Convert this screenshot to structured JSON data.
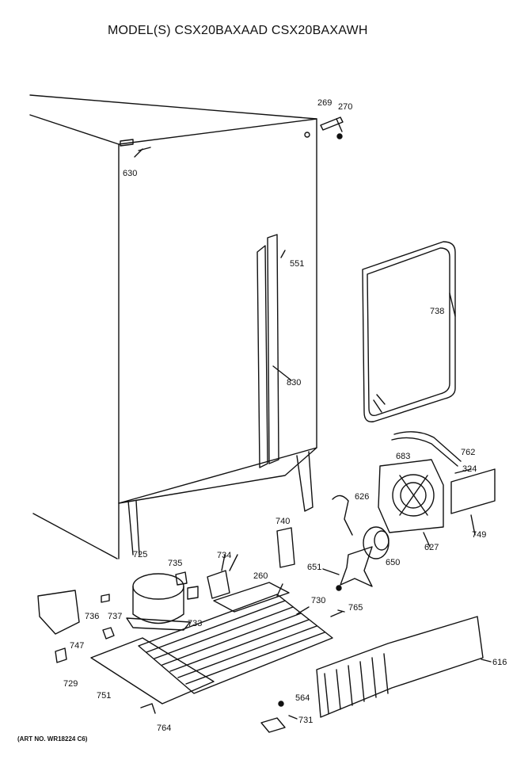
{
  "title": "MODEL(S) CSX20BAXAAD  CSX20BAXAWH",
  "art_number": "(ART NO. WR18224 C6)",
  "parts": [
    {
      "id": "269",
      "label": "269"
    },
    {
      "id": "270",
      "label": "270"
    },
    {
      "id": "630",
      "label": "630"
    },
    {
      "id": "551",
      "label": "551"
    },
    {
      "id": "738",
      "label": "738"
    },
    {
      "id": "830",
      "label": "830"
    },
    {
      "id": "762",
      "label": "762"
    },
    {
      "id": "683",
      "label": "683"
    },
    {
      "id": "324",
      "label": "324"
    },
    {
      "id": "626",
      "label": "626"
    },
    {
      "id": "740",
      "label": "740"
    },
    {
      "id": "749",
      "label": "749"
    },
    {
      "id": "627",
      "label": "627"
    },
    {
      "id": "725",
      "label": "725"
    },
    {
      "id": "735",
      "label": "735"
    },
    {
      "id": "734",
      "label": "734"
    },
    {
      "id": "260",
      "label": "260"
    },
    {
      "id": "651",
      "label": "651"
    },
    {
      "id": "650",
      "label": "650"
    },
    {
      "id": "730",
      "label": "730"
    },
    {
      "id": "765",
      "label": "765"
    },
    {
      "id": "736",
      "label": "736"
    },
    {
      "id": "737",
      "label": "737"
    },
    {
      "id": "733",
      "label": "733"
    },
    {
      "id": "747",
      "label": "747"
    },
    {
      "id": "616",
      "label": "616"
    },
    {
      "id": "729",
      "label": "729"
    },
    {
      "id": "751",
      "label": "751"
    },
    {
      "id": "564",
      "label": "564"
    },
    {
      "id": "731",
      "label": "731"
    },
    {
      "id": "764",
      "label": "764"
    }
  ]
}
